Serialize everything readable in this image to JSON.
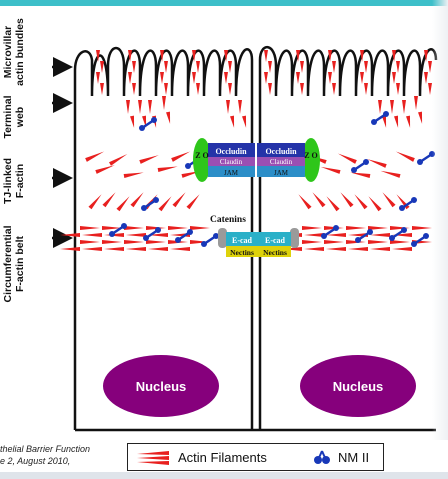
{
  "colors": {
    "top_bar": "#3dbfc9",
    "actin": "#e8201f",
    "myosin": "#1838b8",
    "nucleus": "#86007c",
    "zo": "#2ec61a",
    "occludin": "#2433a8",
    "claudin": "#9a4fb3",
    "jam": "#2c8ec8",
    "cadherin": "#2ab0c8",
    "catenin_plug": "#9a9a9a",
    "nectin": "#ded20a"
  },
  "row_labels": [
    {
      "line1": "Microvillar",
      "line2": "actin bundles"
    },
    {
      "line1": "Terminal",
      "line2": "web"
    },
    {
      "line1": "TJ-linked",
      "line2": "F-actin"
    },
    {
      "line1": "Circumferential",
      "line2": "F-actin belt"
    }
  ],
  "junction": {
    "zo": "Z O",
    "occludin": [
      "Occludin",
      "Occludin"
    ],
    "claudin": [
      "Claudin",
      "Claudin"
    ],
    "jam": [
      "JAM",
      "JAM"
    ],
    "catenins": "Catenins",
    "ecad": [
      "E-cad",
      "E-cad"
    ],
    "nectin": [
      "Nectins",
      "Nectins"
    ]
  },
  "nucleus_label": "Nucleus",
  "source": {
    "line1": "thelial Barrier Function",
    "line2": "e 2, August 2010,"
  },
  "legend": {
    "actin_label": "Actin Filaments",
    "myosin_label": "NM II"
  }
}
